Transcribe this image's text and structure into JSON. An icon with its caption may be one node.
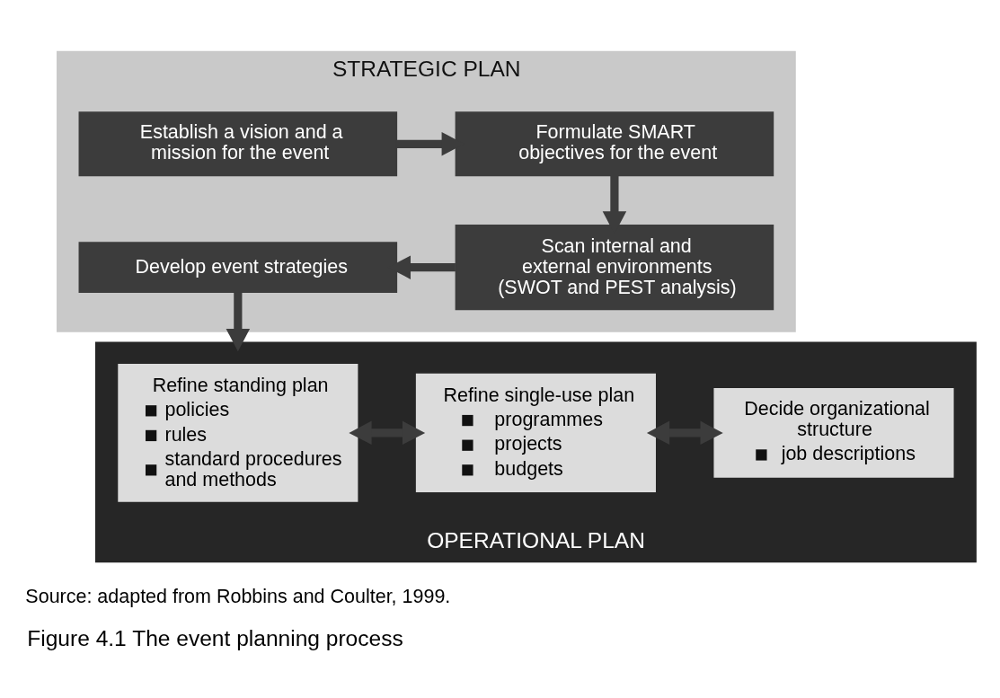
{
  "diagram": {
    "caption": "Figure 4.1 The event planning process",
    "nodes": [
      {
        "text": [
          "STRATEGIC PLAN"
        ]
      },
      {
        "text": [
          "Establish a vision and a mission for the event"
        ],
        "in": 0
      },
      {
        "text": [
          "Formulate SMART objectives for the event"
        ],
        "in": 0
      },
      {
        "text": [
          "Develop event strategies"
        ],
        "in": 0
      },
      {
        "text": [
          "Scan internal and external environments (SWOT and PEST analysis)"
        ],
        "in": 0
      },
      {
        "text": [
          "OPERATIONAL PLAN"
        ]
      },
      {
        "text": [
          "Refine standing plan",
          "policies",
          "rules",
          "standard procedures and methods"
        ],
        "in": 5
      },
      {
        "text": [
          "Refine single-use plan",
          "programmes",
          "projects",
          "budgets"
        ],
        "in": 5
      },
      {
        "text": [
          "Decide organizational structure",
          "job descriptions"
        ],
        "in": 5
      }
    ],
    "edges": [
      {
        "from": 1,
        "to": 2,
        "arrow": "to"
      },
      {
        "from": 2,
        "to": 4,
        "arrow": "to"
      },
      {
        "from": 4,
        "to": 3,
        "arrow": "to"
      },
      {
        "from": 3,
        "to": 5,
        "arrow": "to"
      },
      {
        "from": 6,
        "to": 7,
        "arrow": "both"
      },
      {
        "from": 7,
        "to": 8,
        "arrow": "both"
      }
    ],
    "labels": [
      "Source: adapted from Robbins and Coulter, 1999."
    ]
  }
}
